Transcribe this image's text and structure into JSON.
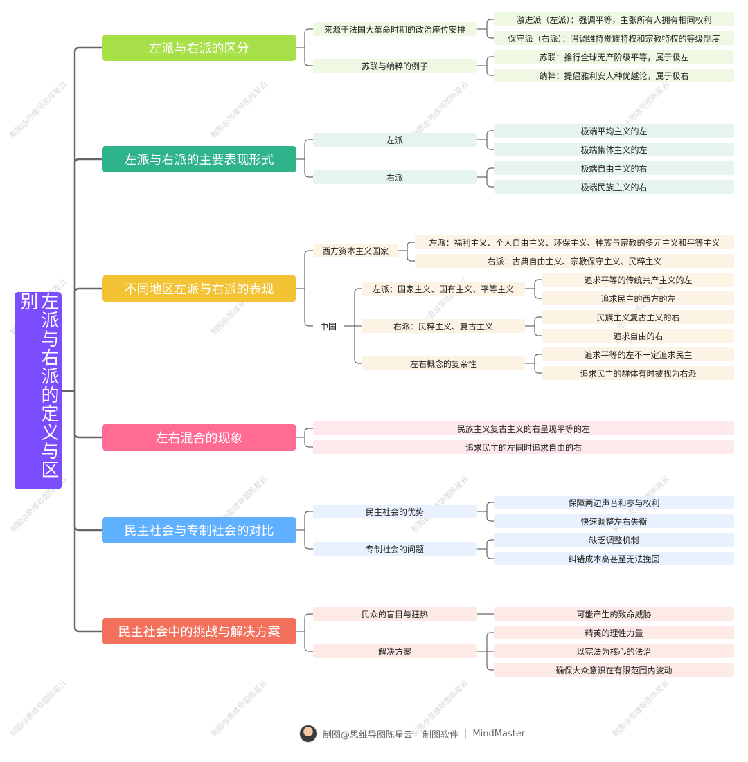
{
  "root": {
    "title": "左派与右派的定义与区别"
  },
  "branches": [
    {
      "title": "左派与右派的区分",
      "color": "#a8e04a",
      "subs": [
        {
          "label": "来源于法国大革命时期的政治座位安排",
          "leaves": [
            "激进派（左派）：强调平等，主张所有人拥有相同权利",
            "保守派（右派）：强调维持贵族特权和宗教特权的等级制度"
          ]
        },
        {
          "label": "苏联与纳粹的例子",
          "leaves": [
            "苏联：推行全球无产阶级平等，属于极左",
            "纳粹：提倡雅利安人种优越论，属于极右"
          ]
        }
      ]
    },
    {
      "title": "左派与右派的主要表现形式",
      "color": "#2fb38a",
      "subs": [
        {
          "label": "左派",
          "leaves": [
            "极端平均主义的左",
            "极端集体主义的左"
          ]
        },
        {
          "label": "右派",
          "leaves": [
            "极端自由主义的右",
            "极端民族主义的右"
          ]
        }
      ]
    },
    {
      "title": "不同地区左派与右派的表现",
      "color": "#f2c335",
      "subs": [
        {
          "label": "西方资本主义国家",
          "leaves": [
            "左派：福利主义、个人自由主义、环保主义、种族与宗教的多元主义和平等主义",
            "右派：古典自由主义、宗教保守主义、民粹主义"
          ]
        },
        {
          "label": "中国",
          "children": [
            {
              "label": "左派：国家主义、国有主义、平等主义",
              "leaves": [
                "追求平等的传统共产主义的左",
                "追求民主的西方的左"
              ]
            },
            {
              "label": "右派：民粹主义、复古主义",
              "leaves": [
                "民族主义复古主义的右",
                "追求自由的右"
              ]
            },
            {
              "label": "左右概念的复杂性",
              "leaves": [
                "追求平等的左不一定追求民主",
                "追求民主的群体有时被视为右派"
              ]
            }
          ]
        }
      ]
    },
    {
      "title": "左右混合的现象",
      "color": "#ff6b93",
      "leaves": [
        "民族主义复古主义的右呈现平等的左",
        "追求民主的左同时追求自由的右"
      ]
    },
    {
      "title": "民主社会与专制社会的对比",
      "color": "#5fb0ff",
      "subs": [
        {
          "label": "民主社会的优势",
          "leaves": [
            "保障两边声音和参与权利",
            "快速调整左右失衡"
          ]
        },
        {
          "label": "专制社会的问题",
          "leaves": [
            "缺乏调整机制",
            "纠错成本高甚至无法挽回"
          ]
        }
      ]
    },
    {
      "title": "民主社会中的挑战与解决方案",
      "color": "#f2705c",
      "subs": [
        {
          "label": "民众的盲目与狂热",
          "leaves": [
            "可能产生的致命威胁"
          ]
        },
        {
          "label": "解决方案",
          "leaves": [
            "精英的理性力量",
            "以宪法为核心的法治",
            "确保大众意识在有限范围内波动"
          ]
        }
      ]
    }
  ],
  "watermark": {
    "text": "制图@思维导图陈星云"
  },
  "footer": {
    "author": "制图@思维导图陈星云",
    "software_label": "制图软件",
    "software_name": "MindMaster"
  },
  "colors": {
    "line": "#666666",
    "tint_green": "#eef8e3",
    "tint_teal": "#e6f4ee",
    "tint_yellow": "#fdf3e4",
    "tint_pink": "#fde8ec",
    "tint_blue": "#e8f1fd",
    "tint_salmon": "#fde9e6"
  }
}
